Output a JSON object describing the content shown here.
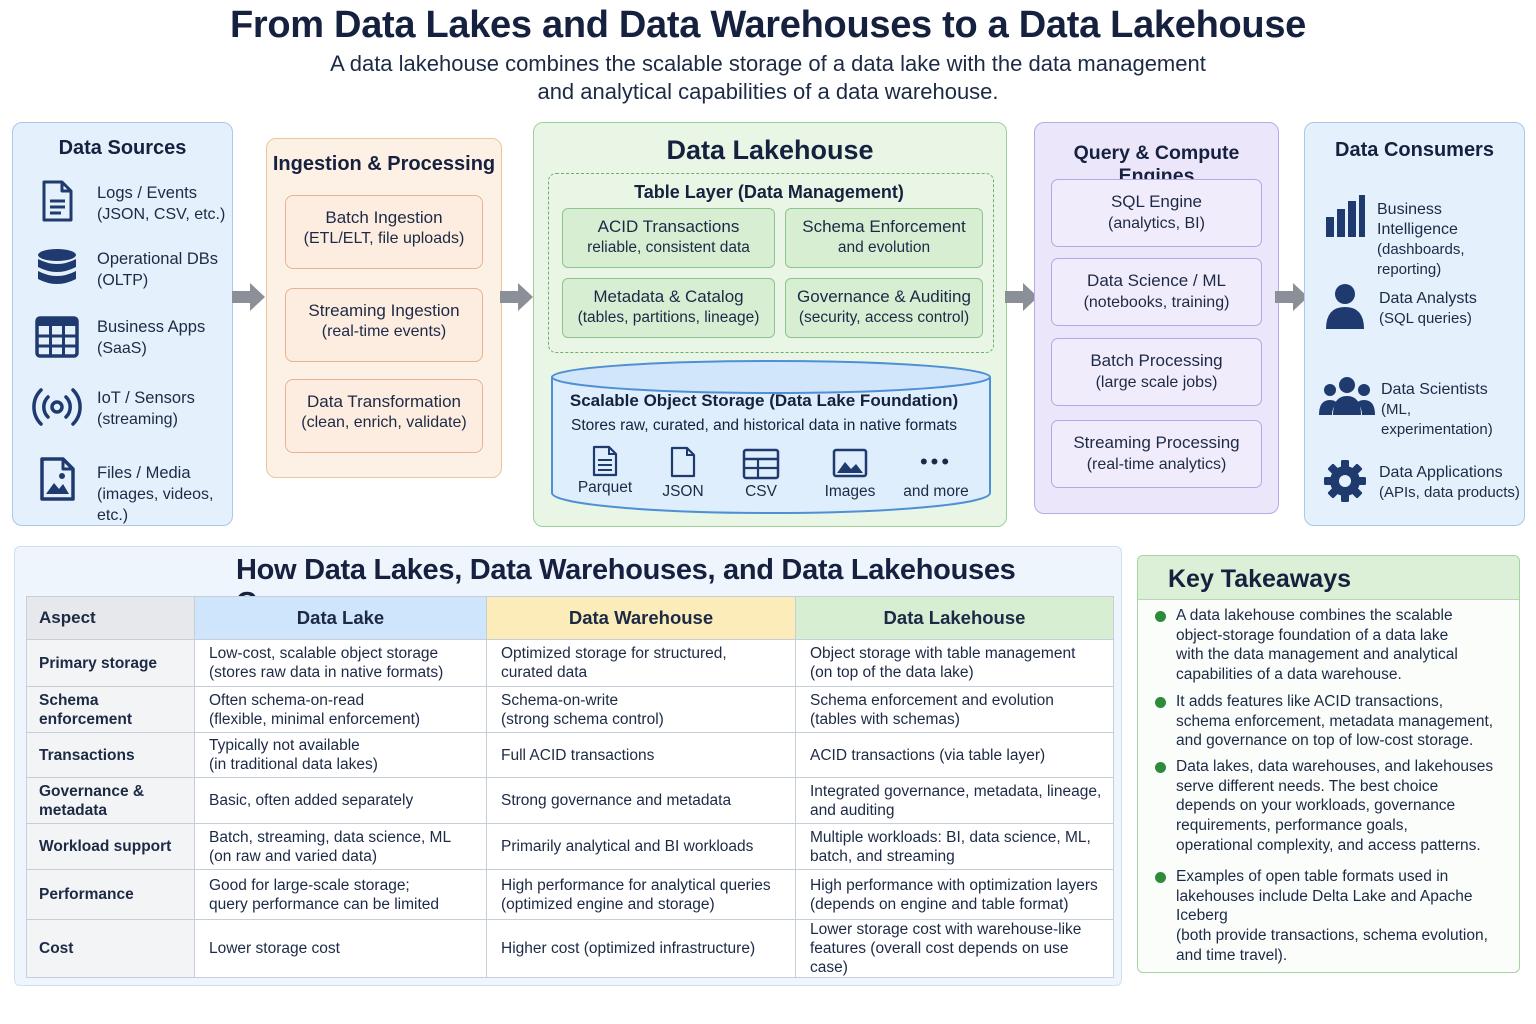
{
  "header": {
    "title": "From Data Lakes and Data Warehouses to a Data Lakehouse",
    "subtitle_line1": "A data lakehouse combines the scalable storage of a data lake with the data management",
    "subtitle_line2": "and analytical capabilities of a data warehouse."
  },
  "sources": {
    "title": "Data Sources",
    "items": [
      {
        "name": "Logs / Events",
        "detail": "(JSON, CSV, etc.)",
        "icon": "document-icon"
      },
      {
        "name": "Operational DBs",
        "detail": "(OLTP)",
        "icon": "database-icon"
      },
      {
        "name": "Business Apps",
        "detail": "(SaaS)",
        "icon": "grid-icon"
      },
      {
        "name": "IoT / Sensors",
        "detail": "(streaming)",
        "icon": "broadcast-icon"
      },
      {
        "name": "Files / Media",
        "detail": "(images, videos, etc.)",
        "icon": "image-file-icon"
      }
    ]
  },
  "ingestion": {
    "title": "Ingestion & Processing",
    "items": [
      {
        "name": "Batch Ingestion",
        "detail": "(ETL/ELT, file uploads)"
      },
      {
        "name": "Streaming Ingestion",
        "detail": "(real-time events)"
      },
      {
        "name": "Data Transformation",
        "detail": "(clean, enrich, validate)"
      }
    ]
  },
  "lakehouse": {
    "title": "Data Lakehouse",
    "table_layer": "Table Layer (Data Management)",
    "features": [
      {
        "name": "ACID Transactions",
        "detail": "reliable, consistent data"
      },
      {
        "name": "Schema Enforcement",
        "detail": "and evolution"
      },
      {
        "name": "Metadata & Catalog",
        "detail": "(tables, partitions, lineage)"
      },
      {
        "name": "Governance & Auditing",
        "detail": "(security, access control)"
      }
    ],
    "storage_title": "Scalable Object Storage (Data Lake Foundation)",
    "storage_desc": "Stores raw, curated, and historical data in native formats",
    "formats": [
      "Parquet",
      "JSON",
      "CSV",
      "Images",
      "and more"
    ]
  },
  "engines": {
    "title": "Query & Compute Engines",
    "items": [
      {
        "name": "SQL Engine",
        "detail": "(analytics, BI)"
      },
      {
        "name": "Data Science / ML",
        "detail": "(notebooks, training)"
      },
      {
        "name": "Batch Processing",
        "detail": "(large scale jobs)"
      },
      {
        "name": "Streaming Processing",
        "detail": "(real-time analytics)"
      }
    ]
  },
  "consumers": {
    "title": "Data Consumers",
    "items": [
      {
        "name": "Business Intelligence",
        "detail": "(dashboards, reporting)",
        "icon": "bar-chart-icon"
      },
      {
        "name": "Data Analysts",
        "detail": "(SQL queries)",
        "icon": "person-icon"
      },
      {
        "name": "Data Scientists",
        "detail": "(ML, experimentation)",
        "icon": "group-icon"
      },
      {
        "name": "Data Applications",
        "detail": "(APIs, data products)",
        "icon": "gear-icon"
      }
    ]
  },
  "comparison": {
    "title": "How Data Lakes, Data Warehouses, and Data Lakehouses Compare",
    "headers": [
      "Aspect",
      "Data Lake",
      "Data Warehouse",
      "Data Lakehouse"
    ],
    "rows": [
      {
        "aspect": "Primary storage",
        "lake": [
          "Low-cost, scalable object storage",
          "(stores raw data in native formats)"
        ],
        "warehouse": [
          "Optimized storage for structured,",
          "curated data"
        ],
        "lakehouse": [
          "Object storage with table management",
          "(on top of the data lake)"
        ]
      },
      {
        "aspect": "Schema enforcement",
        "lake": [
          "Often schema-on-read",
          "(flexible, minimal enforcement)"
        ],
        "warehouse": [
          "Schema-on-write",
          "(strong schema control)"
        ],
        "lakehouse": [
          "Schema enforcement and evolution",
          "(tables with schemas)"
        ]
      },
      {
        "aspect": "Transactions",
        "lake": [
          "Typically not available",
          "(in traditional data lakes)"
        ],
        "warehouse": [
          "Full ACID transactions"
        ],
        "lakehouse": [
          "ACID transactions (via table layer)"
        ]
      },
      {
        "aspect": "Governance & metadata",
        "lake": [
          "Basic, often added separately"
        ],
        "warehouse": [
          "Strong governance and metadata"
        ],
        "lakehouse": [
          "Integrated governance, metadata, lineage,",
          "and auditing"
        ]
      },
      {
        "aspect": "Workload support",
        "lake": [
          "Batch, streaming, data science, ML",
          "(on raw and varied data)"
        ],
        "warehouse": [
          "Primarily analytical and BI workloads"
        ],
        "lakehouse": [
          "Multiple workloads: BI, data science, ML,",
          "batch, and streaming"
        ]
      },
      {
        "aspect": "Performance",
        "lake": [
          "Good for large-scale storage;",
          "query performance can be limited"
        ],
        "warehouse": [
          "High performance for analytical queries",
          "(optimized engine and storage)"
        ],
        "lakehouse": [
          "High performance with optimization layers",
          "(depends on engine and table format)"
        ]
      },
      {
        "aspect": "Cost",
        "lake": [
          "Lower storage cost"
        ],
        "warehouse": [
          "Higher cost (optimized infrastructure)"
        ],
        "lakehouse": [
          "Lower storage cost with warehouse-like",
          "features (overall cost depends on use case)"
        ]
      }
    ]
  },
  "takeaways": {
    "title": "Key Takeaways",
    "items": [
      [
        "A data lakehouse combines the scalable",
        "object-storage foundation of a data lake",
        "with the data management and analytical",
        "capabilities of a data warehouse."
      ],
      [
        "It adds features like ACID transactions,",
        "schema enforcement, metadata management,",
        "and governance on top of low-cost storage."
      ],
      [
        "Data lakes, data warehouses, and lakehouses",
        "serve different needs. The best choice",
        "depends on your workloads, governance",
        "requirements, performance goals,",
        "operational complexity, and access patterns."
      ],
      [
        "Examples of open table formats used in",
        "lakehouses include Delta Lake and Apache Iceberg",
        "(both provide transactions, schema evolution,",
        "and time travel)."
      ]
    ]
  },
  "colors": {
    "icon_navy": "#1e3a6e",
    "sources_bg": "#e4f0fc",
    "ingestion_bg": "#fdf0e4",
    "lakehouse_bg": "#e9f6e6",
    "engines_bg": "#ece6fb",
    "storage_bg": "#deeefc",
    "takeaway_dot": "#2d8b39"
  }
}
